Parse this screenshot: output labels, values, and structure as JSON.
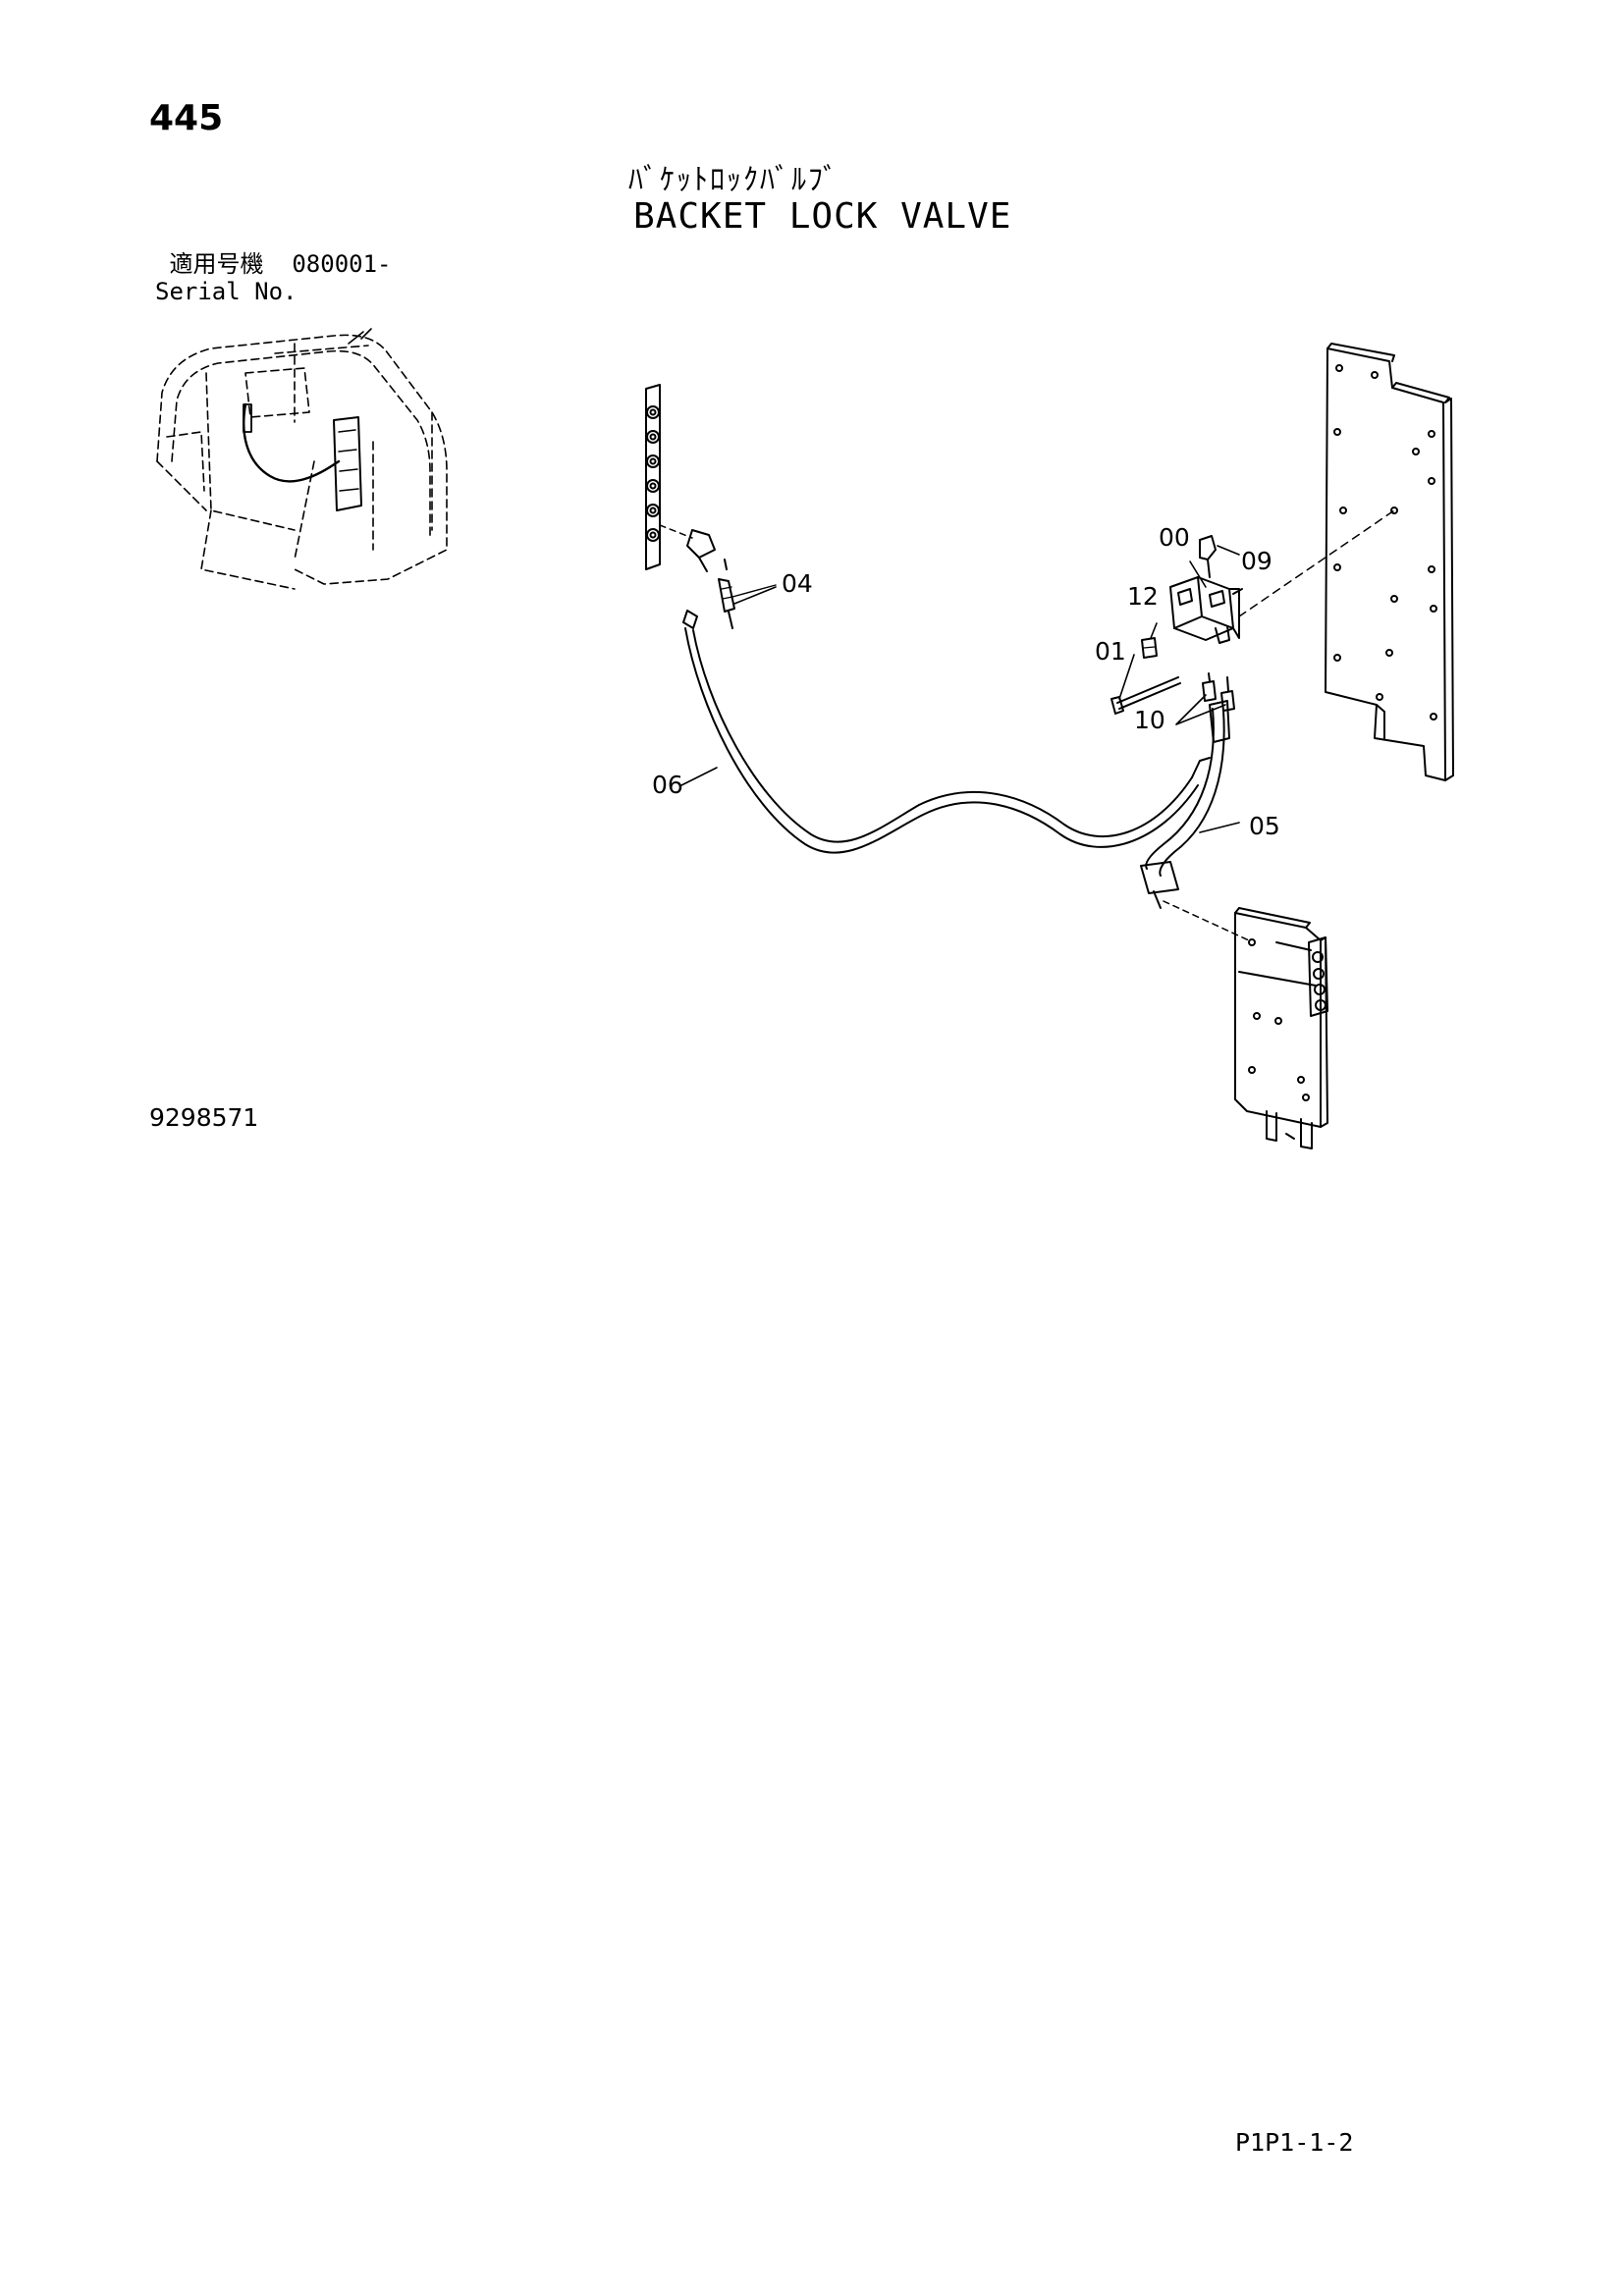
{
  "page_number": "445",
  "title_jp": "ﾊﾞｹｯﾄﾛｯｸﾊﾞﾙﾌﾞ",
  "title_en": "BACKET LOCK VALVE",
  "serial": {
    "label_jp": "適用号機",
    "value": "080001-",
    "label_en": "Serial No."
  },
  "drawing_number": "9298571",
  "page_code": "P1P1-1-2",
  "callouts": {
    "c00": "00",
    "c09": "09",
    "c12": "12",
    "c01": "01",
    "c10": "10",
    "c04": "04",
    "c06": "06",
    "c05": "05"
  }
}
